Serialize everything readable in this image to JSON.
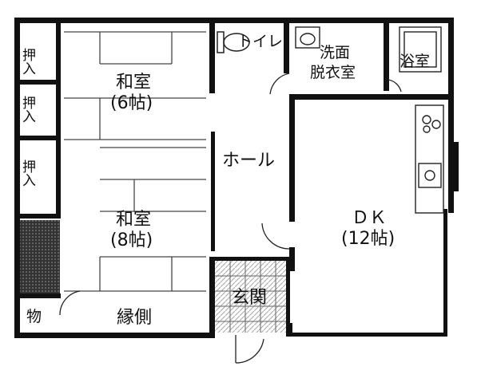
{
  "rooms": {
    "oshiire1": "押入",
    "oshiire2": "押入",
    "oshiire3": "押入",
    "washitsu6": {
      "name": "和室",
      "size": "(6帖)"
    },
    "washitsu8": {
      "name": "和室",
      "size": "(8帖)"
    },
    "toilet": "トイレ",
    "senmen": {
      "line1": "洗面",
      "line2": "脱衣室"
    },
    "yokushitsu": "浴室",
    "hall": "ホール",
    "dk": {
      "name": "ＤＫ",
      "size": "(12帖)"
    },
    "genkan": "玄関",
    "monooki": "物",
    "engawa": "縁側"
  }
}
